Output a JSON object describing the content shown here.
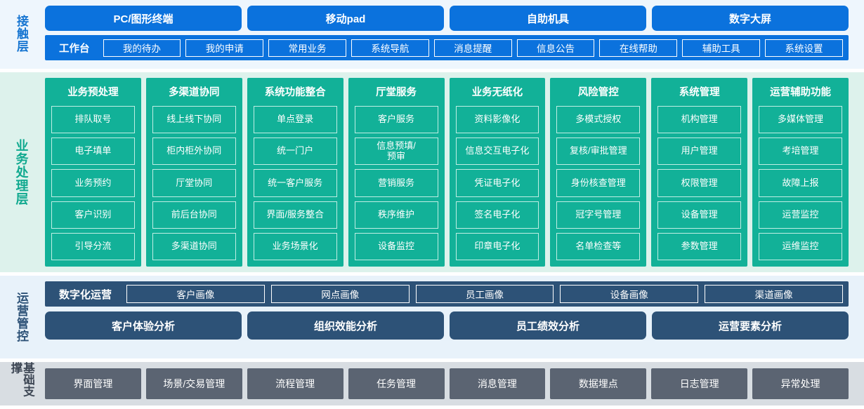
{
  "colors": {
    "contact_blue": "#0b72dd",
    "contact_band_bg": "#eef6fd",
    "business_green": "#12b198",
    "business_band_bg": "#ddf2ec",
    "ops_darkblue": "#2d5277",
    "ops_band_bg": "#e8f2fa",
    "base_gray": "#5b6472",
    "base_band_bg": "#d8dde2"
  },
  "layers": {
    "contact": {
      "label": "接触层",
      "channels": [
        "PC/图形终端",
        "移动pad",
        "自助机具",
        "数字大屏"
      ],
      "workbench_label": "工作台",
      "workbench_items": [
        "我的待办",
        "我的申请",
        "常用业务",
        "系统导航",
        "消息提醒",
        "信息公告",
        "在线帮助",
        "辅助工具",
        "系统设置"
      ]
    },
    "business": {
      "label": "业务处理层",
      "columns": [
        {
          "title": "业务预处理",
          "items": [
            "排队取号",
            "电子填单",
            "业务预约",
            "客户识别",
            "引导分流"
          ]
        },
        {
          "title": "多渠道协同",
          "items": [
            "线上线下协同",
            "柜内柜外协同",
            "厅堂协同",
            "前后台协同",
            "多渠道协同"
          ]
        },
        {
          "title": "系统功能整合",
          "items": [
            "单点登录",
            "统一门户",
            "统一客户服务",
            "界面/服务整合",
            "业务场景化"
          ]
        },
        {
          "title": "厅堂服务",
          "items": [
            "客户服务",
            "信息预填/\n预审",
            "营销服务",
            "秩序维护",
            "设备监控"
          ]
        },
        {
          "title": "业务无纸化",
          "items": [
            "资料影像化",
            "信息交互电子化",
            "凭证电子化",
            "签名电子化",
            "印章电子化"
          ]
        },
        {
          "title": "风险管控",
          "items": [
            "多模式授权",
            "复核/审批管理",
            "身份核查管理",
            "冠字号管理",
            "名单检查等"
          ]
        },
        {
          "title": "系统管理",
          "items": [
            "机构管理",
            "用户管理",
            "权限管理",
            "设备管理",
            "参数管理"
          ]
        },
        {
          "title": "运营辅助功能",
          "items": [
            "多媒体管理",
            "考培管理",
            "故障上报",
            "运营监控",
            "运维监控"
          ]
        }
      ]
    },
    "operations": {
      "label": "运营管控",
      "digital_label": "数字化运营",
      "portraits": [
        "客户画像",
        "网点画像",
        "员工画像",
        "设备画像",
        "渠道画像"
      ],
      "analyses": [
        "客户体验分析",
        "组织效能分析",
        "员工绩效分析",
        "运营要素分析"
      ]
    },
    "foundation": {
      "label": "基础支撑",
      "items": [
        "界面管理",
        "场景/交易管理",
        "流程管理",
        "任务管理",
        "消息管理",
        "数据埋点",
        "日志管理",
        "异常处理"
      ]
    }
  }
}
